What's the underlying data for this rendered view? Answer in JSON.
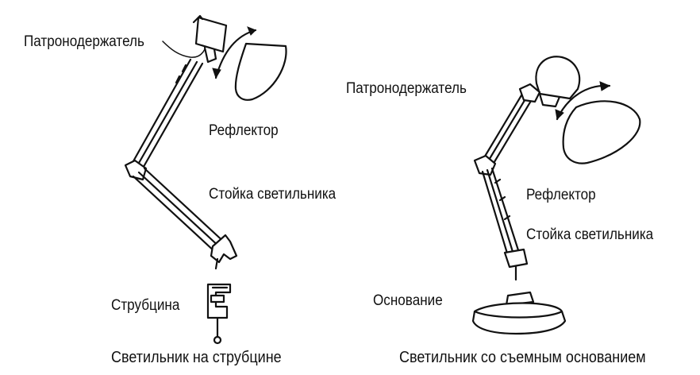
{
  "left_lamp": {
    "title": "Светильник на струбцине",
    "labels": {
      "lamp_holder": "Патронодержатель",
      "reflector": "Рефлектор",
      "stand": "Стойка светильника",
      "clamp": "Струбцина"
    }
  },
  "right_lamp": {
    "title": "Светильник со съемным основанием",
    "labels": {
      "lamp_holder": "Патронодержатель",
      "reflector": "Рефлектор",
      "stand": "Стойка светильника",
      "base": "Основание"
    }
  },
  "colors": {
    "ink": "#111111",
    "background": "#ffffff"
  }
}
